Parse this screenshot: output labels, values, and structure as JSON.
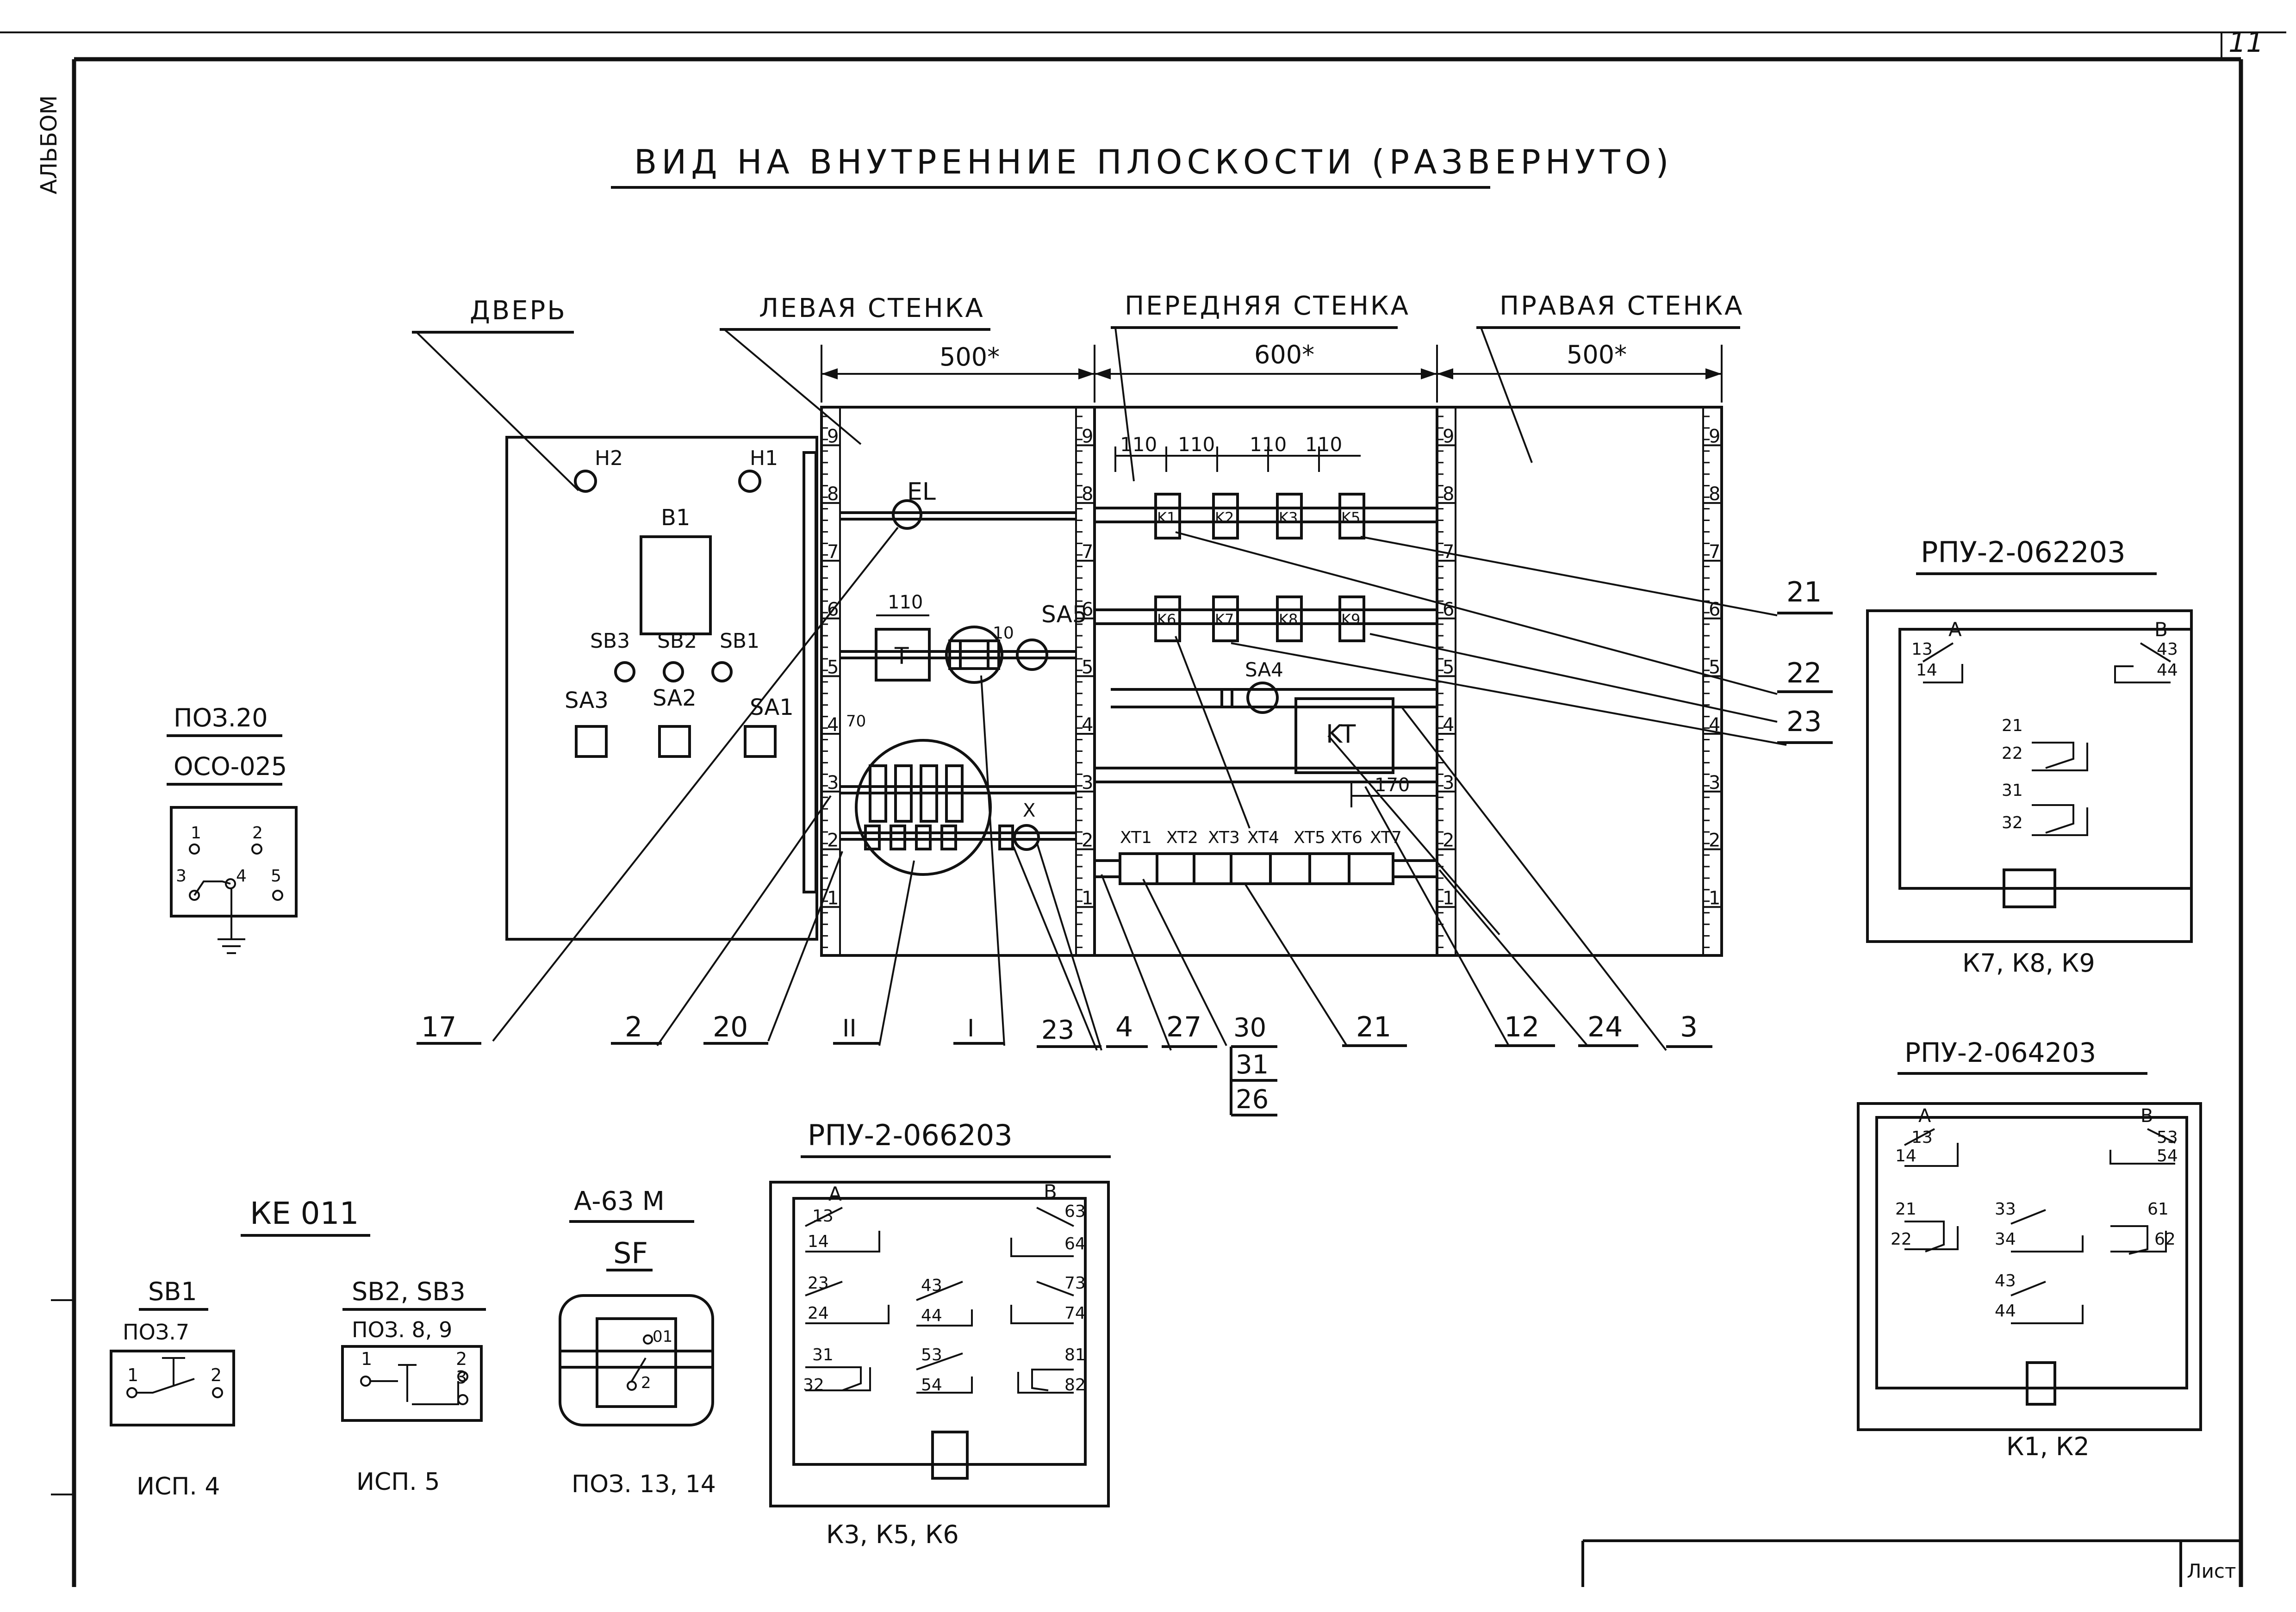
{
  "album_label": "АЛЬБОМ",
  "page_number": "11",
  "sheet_label": "Лист",
  "title": "ВИД НА ВНУТРЕННИЕ ПЛОСКОСТИ (РАЗВЕРНУТО)",
  "panels": {
    "door": "ДВЕРЬ",
    "left_wall": "ЛЕВАЯ СТЕНКА",
    "front_wall": "ПЕРЕДНЯЯ СТЕНКА",
    "right_wall": "ПРАВАЯ СТЕНКА"
  },
  "dimensions": {
    "left_width": "500*",
    "front_width": "600*",
    "right_width": "500*",
    "relay_spacing": [
      "110",
      "110",
      "110",
      "110"
    ],
    "t_offset": "110",
    "kt_offset": "170",
    "pitch_70": "70"
  },
  "ruler_marks": [
    "9",
    "8",
    "7",
    "6",
    "5",
    "4",
    "3",
    "2",
    "1"
  ],
  "door_labels": {
    "h2": "H2",
    "h1": "H1",
    "b1": "B1",
    "sb3": "SB3",
    "sb2": "SB2",
    "sb1": "SB1",
    "sa3": "SA3",
    "sa2": "SA2",
    "sa1": "SA1"
  },
  "left_wall_labels": {
    "el": "EL",
    "t": "T",
    "sa5": "SA5",
    "x": "X",
    "ten": "10"
  },
  "front_wall_labels": {
    "relays_top": [
      "K1",
      "K2",
      "K3",
      "K5"
    ],
    "relays_mid": [
      "K6",
      "K7",
      "K8",
      "K9"
    ],
    "sa4": "SA4",
    "kt": "KT",
    "terminals": [
      "XT1",
      "XT2",
      "XT3",
      "XT4",
      "XT5",
      "XT6",
      "XT7"
    ]
  },
  "callouts": {
    "bottom": [
      "17",
      "2",
      "20",
      "II",
      "I",
      "23",
      "4",
      "27",
      "30",
      "31",
      "26",
      "21",
      "12",
      "24",
      "3"
    ],
    "right": [
      "21",
      "22",
      "23"
    ]
  },
  "poz20": {
    "title": "ПОЗ.20",
    "model": "ОСО-025",
    "pins": [
      "1",
      "2",
      "3",
      "4",
      "5"
    ]
  },
  "rpu_062203": {
    "title": "РПУ-2-062203",
    "labels": [
      "A",
      "B",
      "13",
      "14",
      "43",
      "44",
      "21",
      "22",
      "31",
      "32"
    ],
    "caption": "К7, К8, К9"
  },
  "rpu_064203": {
    "title": "РПУ-2-064203",
    "labels": [
      "A",
      "B",
      "13",
      "14",
      "53",
      "54",
      "21",
      "22",
      "33",
      "34",
      "61",
      "62",
      "43",
      "44"
    ],
    "caption": "К1, К2"
  },
  "rpu_066203": {
    "title": "РПУ-2-066203",
    "labels": [
      "A",
      "B",
      "13",
      "14",
      "63",
      "64",
      "23",
      "24",
      "43",
      "44",
      "73",
      "74",
      "31",
      "32",
      "53",
      "54",
      "81",
      "82"
    ],
    "caption": "К3, К5, К6"
  },
  "ke011": {
    "title": "КЕ 011",
    "sb1": {
      "name": "SB1",
      "poz": "ПОЗ.7",
      "pins": [
        "1",
        "2"
      ],
      "variant": "ИСП. 4"
    },
    "sb23": {
      "name": "SB2, SB3",
      "poz": "ПОЗ. 8, 9",
      "pins": [
        "1",
        "2",
        "3"
      ],
      "variant": "ИСП. 5"
    }
  },
  "a63m": {
    "title": "А-63 М",
    "code": "SF",
    "pins": [
      "01",
      "2"
    ],
    "poz": "ПОЗ. 13, 14"
  }
}
